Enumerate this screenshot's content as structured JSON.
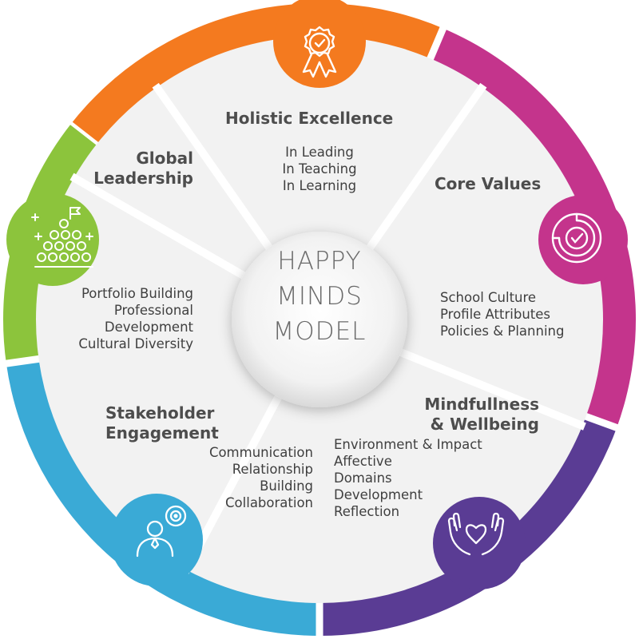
{
  "center": {
    "lines": [
      "HAPPY",
      "MINDS",
      "MODEL"
    ]
  },
  "colors": {
    "orange": "#f47a1f",
    "magenta": "#c4348c",
    "purple": "#5a3c94",
    "cyan": "#3aaad6",
    "green": "#8cc43c",
    "panel": "#f1f1f1",
    "divider": "#ffffff"
  },
  "segments": {
    "holistic": {
      "title": "Holistic Excellence",
      "items": [
        "In Leading",
        "In Teaching",
        "In Learning"
      ],
      "icon": "award-ribbon-icon"
    },
    "core": {
      "title": "Core Values",
      "items": [
        "School Culture",
        "Profile Attributes",
        "Policies & Planning"
      ],
      "icon": "target-check-icon"
    },
    "mindfulness": {
      "title_lines": [
        "Mindfullness",
        "& Wellbeing"
      ],
      "items": [
        "Environment & Impact",
        "Affective",
        "Domains",
        "Development",
        "Reflection"
      ],
      "icon": "hands-heart-icon"
    },
    "stakeholder": {
      "title_lines": [
        "Stakeholder",
        "Engagement"
      ],
      "items": [
        "Communication",
        "Relationship",
        "Building",
        "Collaboration"
      ],
      "icon": "person-target-icon"
    },
    "global": {
      "title_lines": [
        "Global",
        "Leadership"
      ],
      "items": [
        "Portfolio Building",
        "Professional",
        "Development",
        "Cultural Diversity"
      ],
      "icon": "team-flag-icon"
    }
  }
}
